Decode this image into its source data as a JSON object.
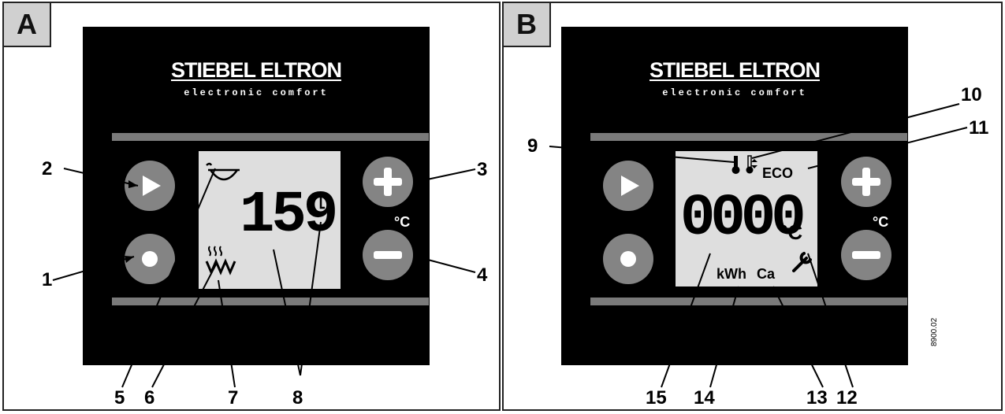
{
  "panels": [
    {
      "tag": "A",
      "brand": "STIEBEL ELTRON",
      "tagline": "electronic comfort",
      "unit": "°C",
      "display_value": "159",
      "callouts": [
        "1",
        "2",
        "3",
        "4",
        "5",
        "6",
        "7",
        "8"
      ]
    },
    {
      "tag": "B",
      "brand": "STIEBEL ELTRON",
      "tagline": "electronic comfort",
      "unit": "°C",
      "display_value": "0000",
      "display_unit": "°C",
      "eco": "ECO",
      "kwh": "kWh",
      "ca": "Ca",
      "callouts": [
        "9",
        "10",
        "11",
        "12",
        "13",
        "14",
        "15"
      ]
    }
  ],
  "drawing_code": "8900.02"
}
